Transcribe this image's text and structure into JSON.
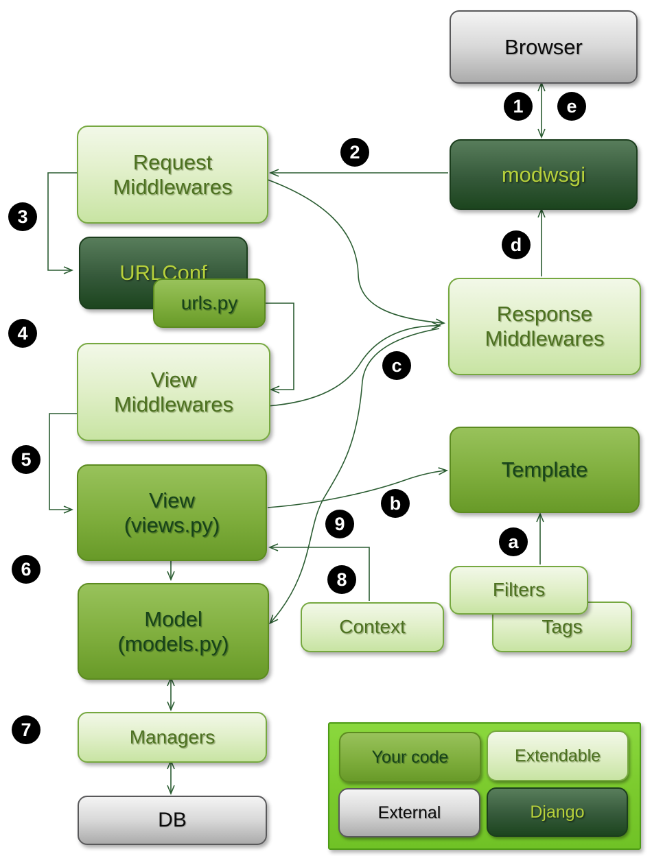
{
  "nodes": {
    "browser": {
      "label": "Browser"
    },
    "modwsgi": {
      "label": "modwsgi"
    },
    "request_mw": {
      "label": "Request\nMiddlewares"
    },
    "urlconf": {
      "label": "URLConf"
    },
    "urls_py": {
      "label": "urls.py"
    },
    "view_mw": {
      "label": "View\nMiddlewares"
    },
    "view": {
      "label": "View\n(views.py)"
    },
    "response_mw": {
      "label": "Response\nMiddlewares"
    },
    "template": {
      "label": "Template"
    },
    "filters": {
      "label": "Filters"
    },
    "tags": {
      "label": "Tags"
    },
    "context": {
      "label": "Context"
    },
    "model": {
      "label": "Model\n(models.py)"
    },
    "managers": {
      "label": "Managers"
    },
    "db": {
      "label": "DB"
    }
  },
  "badges": {
    "1": "1",
    "2": "2",
    "3": "3",
    "4": "4",
    "5": "5",
    "6": "6",
    "7": "7",
    "8": "8",
    "9": "9",
    "a": "a",
    "b": "b",
    "c": "c",
    "d": "d",
    "e": "e"
  },
  "legend": {
    "items": [
      {
        "label": "Your code",
        "type": "medium"
      },
      {
        "label": "Extendable",
        "type": "light"
      },
      {
        "label": "External",
        "type": "gray"
      },
      {
        "label": "Django",
        "type": "dark"
      }
    ]
  },
  "colors": {
    "node_light": "#e2f0cb",
    "node_medium": "#7fae3d",
    "node_dark": "#2e5732",
    "node_gray": "#d8d8d8",
    "legend_background": "#7ccb2e",
    "connector": "#2a5c31",
    "badge_background": "#000000",
    "badge_text": "#ffffff",
    "dark_node_text": "#b6d03b",
    "light_node_text": "#4c7120"
  }
}
